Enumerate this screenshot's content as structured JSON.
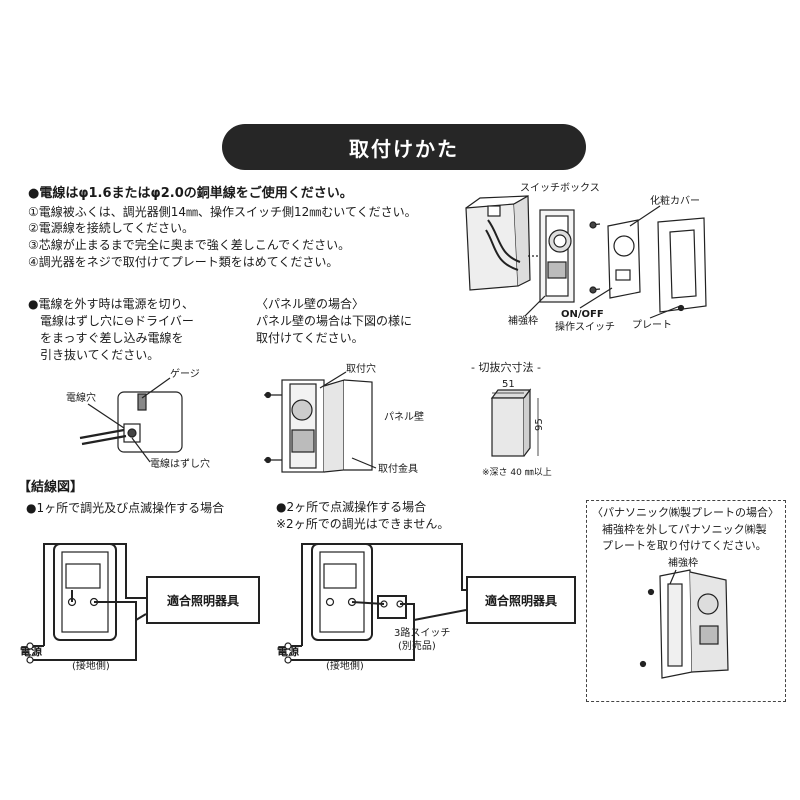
{
  "title": "取付けかた",
  "instructions": {
    "line1": "●電線はφ1.6またはφ2.0の銅単線をご使用ください。",
    "line2": "①電線被ふくは、調光器側14㎜、操作スイッチ側12㎜むいてください。",
    "line3": "②電源線を接続してください。",
    "line4": "③芯線が止まるまで完全に奥まで強く差しこんでください。",
    "line5": "④調光器をネジで取付けてプレート類をはめてください。"
  },
  "remove_note": {
    "line1": "●電線を外す時は電源を切り、",
    "line2": "電線はずし穴に⊖ドライバー",
    "line3": "をまっすぐ差し込み電線を",
    "line4": "引き抜いてください。"
  },
  "panel_wall": {
    "heading": "〈パネル壁の場合〉",
    "line1": "パネル壁の場合は下図の様に",
    "line2": "取付けてください。",
    "label_hole": "取付穴",
    "label_wall": "パネル壁",
    "label_bracket": "取付金具"
  },
  "gauge_labels": {
    "gauge": "ゲージ",
    "wire_hole": "電線穴",
    "release_hole": "電線はずし穴"
  },
  "exploded_labels": {
    "switch_box": "スイッチボックス",
    "cover": "化粧カバー",
    "reinforce_frame": "補強枠",
    "onoff": "ON/OFF",
    "op_switch": "操作スイッチ",
    "plate": "プレート"
  },
  "cutout": {
    "heading": "- 切抜穴寸法 -",
    "width": "51",
    "height": "95",
    "depth_note": "※深さ 40 ㎜以上"
  },
  "wiring": {
    "heading": "【結線図】",
    "one_place": "●1ヶ所で調光及び点滅操作する場合",
    "two_place": "●2ヶ所で点滅操作する場合",
    "two_place_note": "※2ヶ所での調光はできません。",
    "fixture": "適合照明器具",
    "power": "電源",
    "ground": "(接地側)",
    "three_way": "3路スイッチ",
    "sold_separately": "(別売品)"
  },
  "panasonic": {
    "heading": "〈パナソニック㈱製プレートの場合〉",
    "line1": "補強枠を外してパナソニック㈱製",
    "line2": "プレートを取り付けてください。",
    "label_frame": "補強枠"
  },
  "colors": {
    "title_bg": "#262626",
    "ink": "#1a1a1a"
  }
}
